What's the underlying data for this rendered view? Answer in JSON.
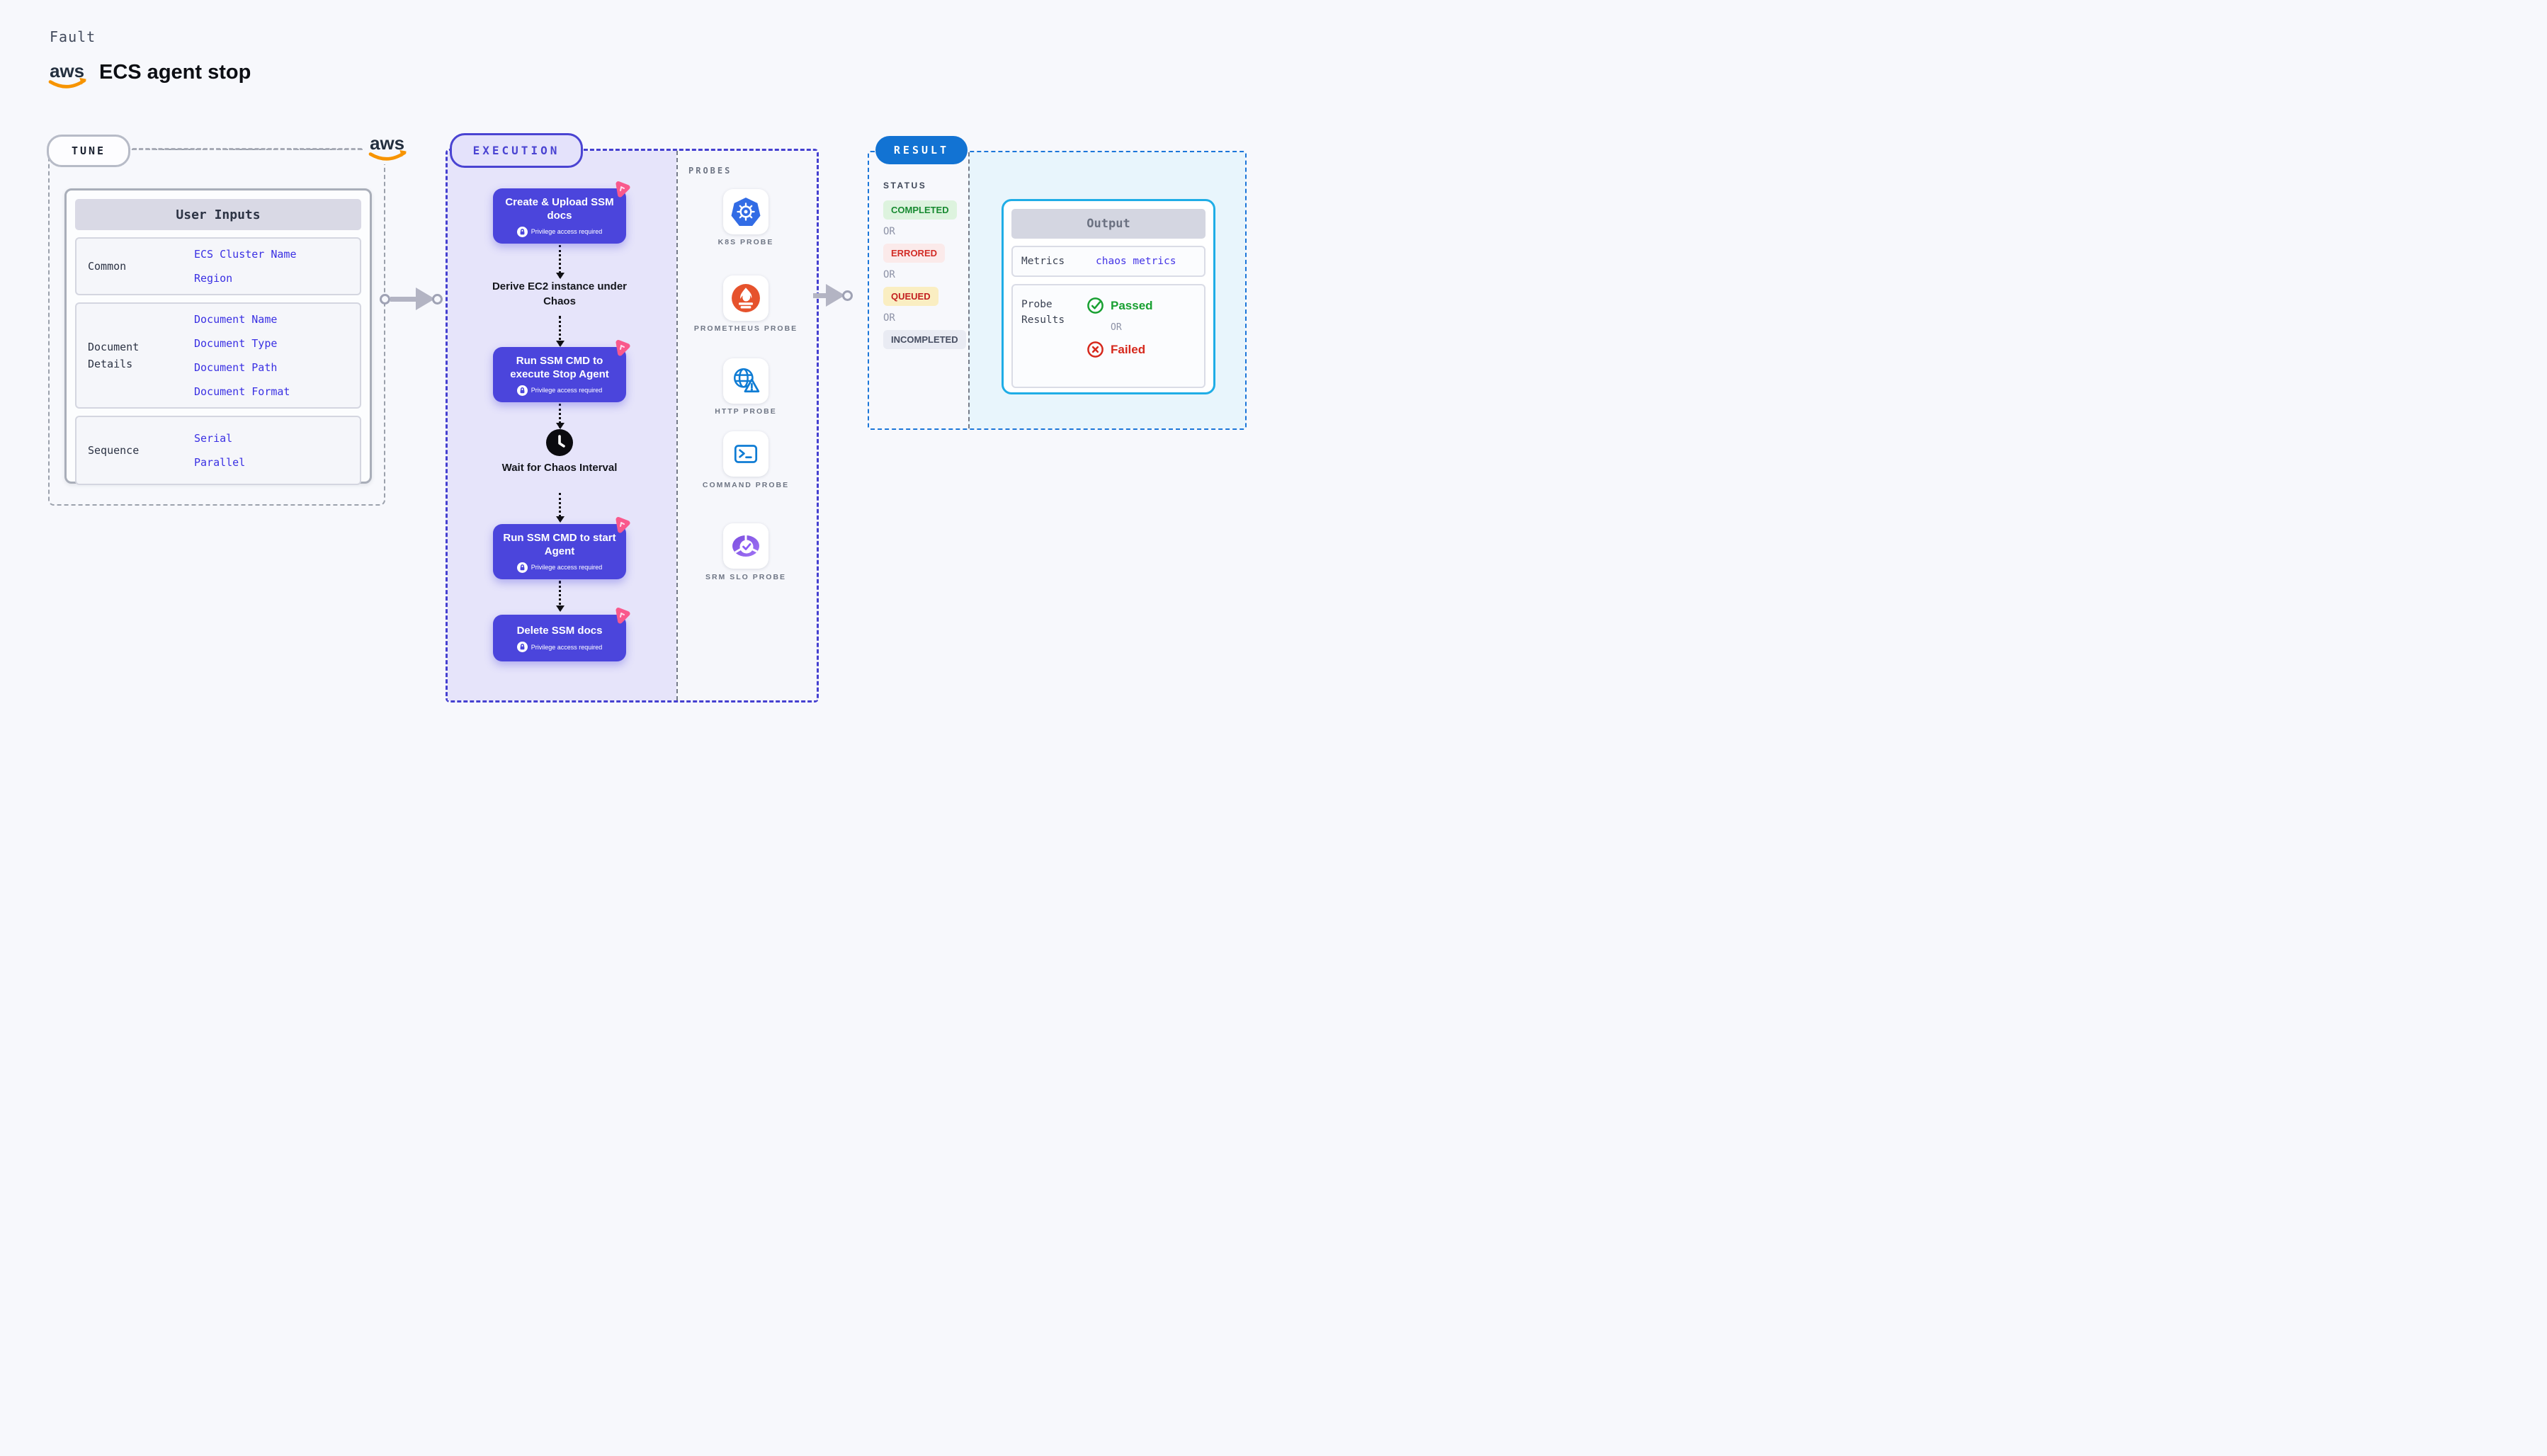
{
  "header": {
    "fault_label": "Fault",
    "title": "ECS agent stop",
    "aws_logo_text": "aws"
  },
  "tune": {
    "badge": "TUNE",
    "table_header": "User Inputs",
    "rows": [
      {
        "label": "Common",
        "values": [
          "ECS Cluster Name",
          "Region"
        ]
      },
      {
        "label": "Document Details",
        "values": [
          "Document Name",
          "Document Type",
          "Document Path",
          "Document Format"
        ]
      },
      {
        "label": "Sequence",
        "values": [
          "Serial",
          "Parallel"
        ]
      }
    ]
  },
  "execution": {
    "badge": "EXECUTION",
    "privilege_note": "Privilege access required",
    "steps": [
      {
        "label": "Create & Upload SSM docs",
        "type": "action",
        "privileged": true,
        "icon": "chaos-icon"
      },
      {
        "label": "Derive EC2 instance under Chaos",
        "type": "text-step"
      },
      {
        "label": "Run SSM CMD to execute Stop Agent",
        "type": "action",
        "privileged": true,
        "icon": "chaos-icon"
      },
      {
        "label": "Wait for Chaos Interval",
        "type": "wait",
        "icon": "clock-icon"
      },
      {
        "label": "Run SSM CMD to start Agent",
        "type": "action",
        "privileged": true,
        "icon": "chaos-icon"
      },
      {
        "label": "Delete SSM docs",
        "type": "action",
        "privileged": true,
        "icon": "chaos-icon"
      }
    ],
    "probes": {
      "label": "PROBES",
      "items": [
        {
          "label": "K8S PROBE",
          "icon": "kubernetes-icon"
        },
        {
          "label": "PROMETHEUS PROBE",
          "icon": "prometheus-icon"
        },
        {
          "label": "HTTP PROBE",
          "icon": "globe-warning-icon"
        },
        {
          "label": "COMMAND PROBE",
          "icon": "terminal-icon"
        },
        {
          "label": "SRM SLO PROBE",
          "icon": "srm-slo-icon"
        }
      ]
    }
  },
  "result": {
    "badge": "RESULT",
    "status_label": "STATUS",
    "or_label": "OR",
    "statuses": [
      {
        "label": "COMPLETED",
        "kind": "completed"
      },
      {
        "label": "ERRORED",
        "kind": "errored"
      },
      {
        "label": "QUEUED",
        "kind": "queued"
      },
      {
        "label": "INCOMPLETED",
        "kind": "incompleted"
      }
    ],
    "output": {
      "header": "Output",
      "metrics_label": "Metrics",
      "metrics_value": "chaos metrics",
      "probe_results_label": "Probe Results",
      "passed_label": "Passed",
      "failed_label": "Failed",
      "or_label": "OR"
    }
  },
  "colors": {
    "page_bg": "#f7f8fc",
    "node_indigo": "#4b45dc",
    "execution_panel": "#e6e4fa",
    "execution_border": "#4540d0",
    "chaos_pink": "#f9598c",
    "arrow_gray": "#b3b4c3",
    "result_blue": "#1273d3",
    "result_panel": "#e8f5fc",
    "output_border": "#1fade6",
    "value_blue": "#3a30e3",
    "passed_green": "#18a031",
    "failed_red": "#d6281c",
    "completed_bg": "#ddf3de",
    "errored_bg": "#fbeaea",
    "queued_bg": "#faeec2",
    "incompleted_bg": "#e9ebf3",
    "k8s_blue": "#326ce5",
    "prometheus_orange": "#e6522c",
    "probe_icon_blue": "#0f7cd4",
    "srm_purple": "#8b5cf6"
  }
}
